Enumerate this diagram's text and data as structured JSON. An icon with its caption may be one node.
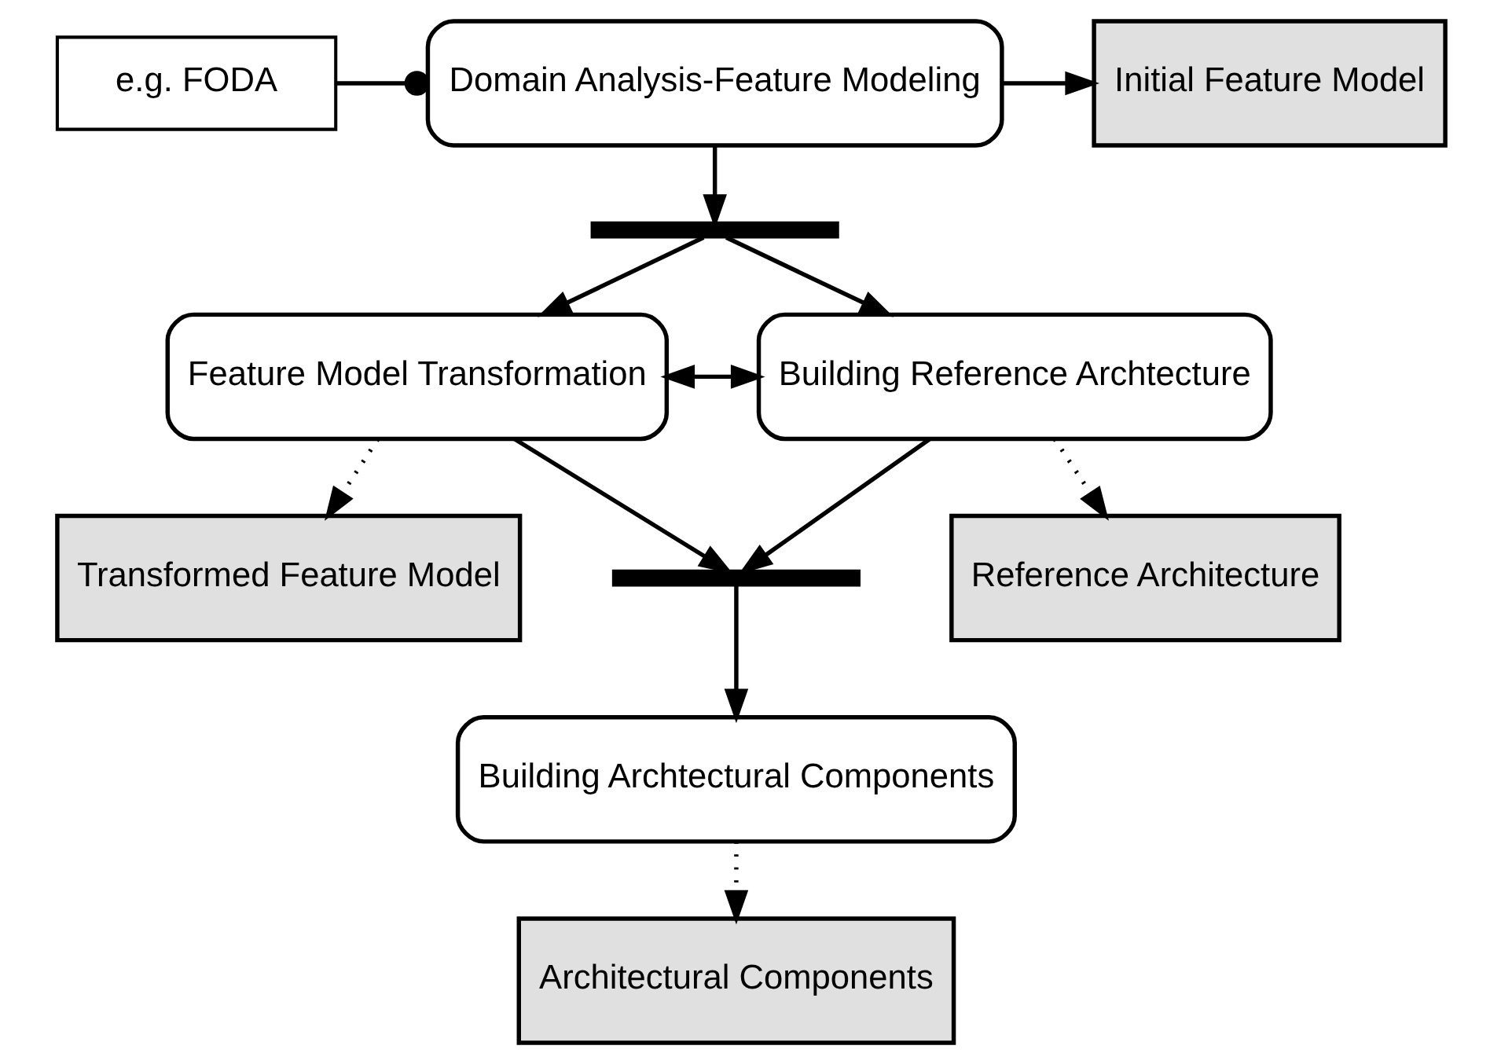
{
  "diagram": {
    "nodes": [
      {
        "text": [
          "Initial Feature Model"
        ]
      },
      {
        "text": [
          "Domain Analysis-Feature Modeling"
        ]
      },
      {
        "text": [
          "e.g. FODA"
        ]
      },
      {
        "text": [],
        "shape": "bar"
      },
      {
        "text": [
          "Feature Model Transformation"
        ]
      },
      {
        "text": [
          "Building Reference Archtecture"
        ]
      },
      {
        "text": [
          "Transformed Feature Model"
        ]
      },
      {
        "text": [],
        "shape": "bar"
      },
      {
        "text": [
          "Reference Architecture"
        ]
      },
      {
        "text": [
          "Building Archtectural Components"
        ]
      },
      {
        "text": [
          "Architectural Components"
        ]
      }
    ],
    "edges": [
      {
        "from": 1,
        "to": 0,
        "arrow": "to"
      },
      {
        "from": 2,
        "to": 1,
        "arrow": "other"
      },
      {
        "from": 1,
        "to": 3,
        "arrow": "to"
      },
      {
        "from": 3,
        "to": 4,
        "arrow": "to"
      },
      {
        "from": 3,
        "to": 5,
        "arrow": "to"
      },
      {
        "from": 4,
        "to": 5,
        "arrow": "both"
      },
      {
        "from": 4,
        "to": 6,
        "arrow": "to",
        "style": "dashed"
      },
      {
        "from": 4,
        "to": 7,
        "arrow": "to"
      },
      {
        "from": 5,
        "to": 7,
        "arrow": "to"
      },
      {
        "from": 5,
        "to": 8,
        "arrow": "to",
        "style": "dashed"
      },
      {
        "from": 7,
        "to": 9,
        "arrow": "to"
      },
      {
        "from": 9,
        "to": 10,
        "arrow": "to",
        "style": "dashed"
      }
    ]
  }
}
